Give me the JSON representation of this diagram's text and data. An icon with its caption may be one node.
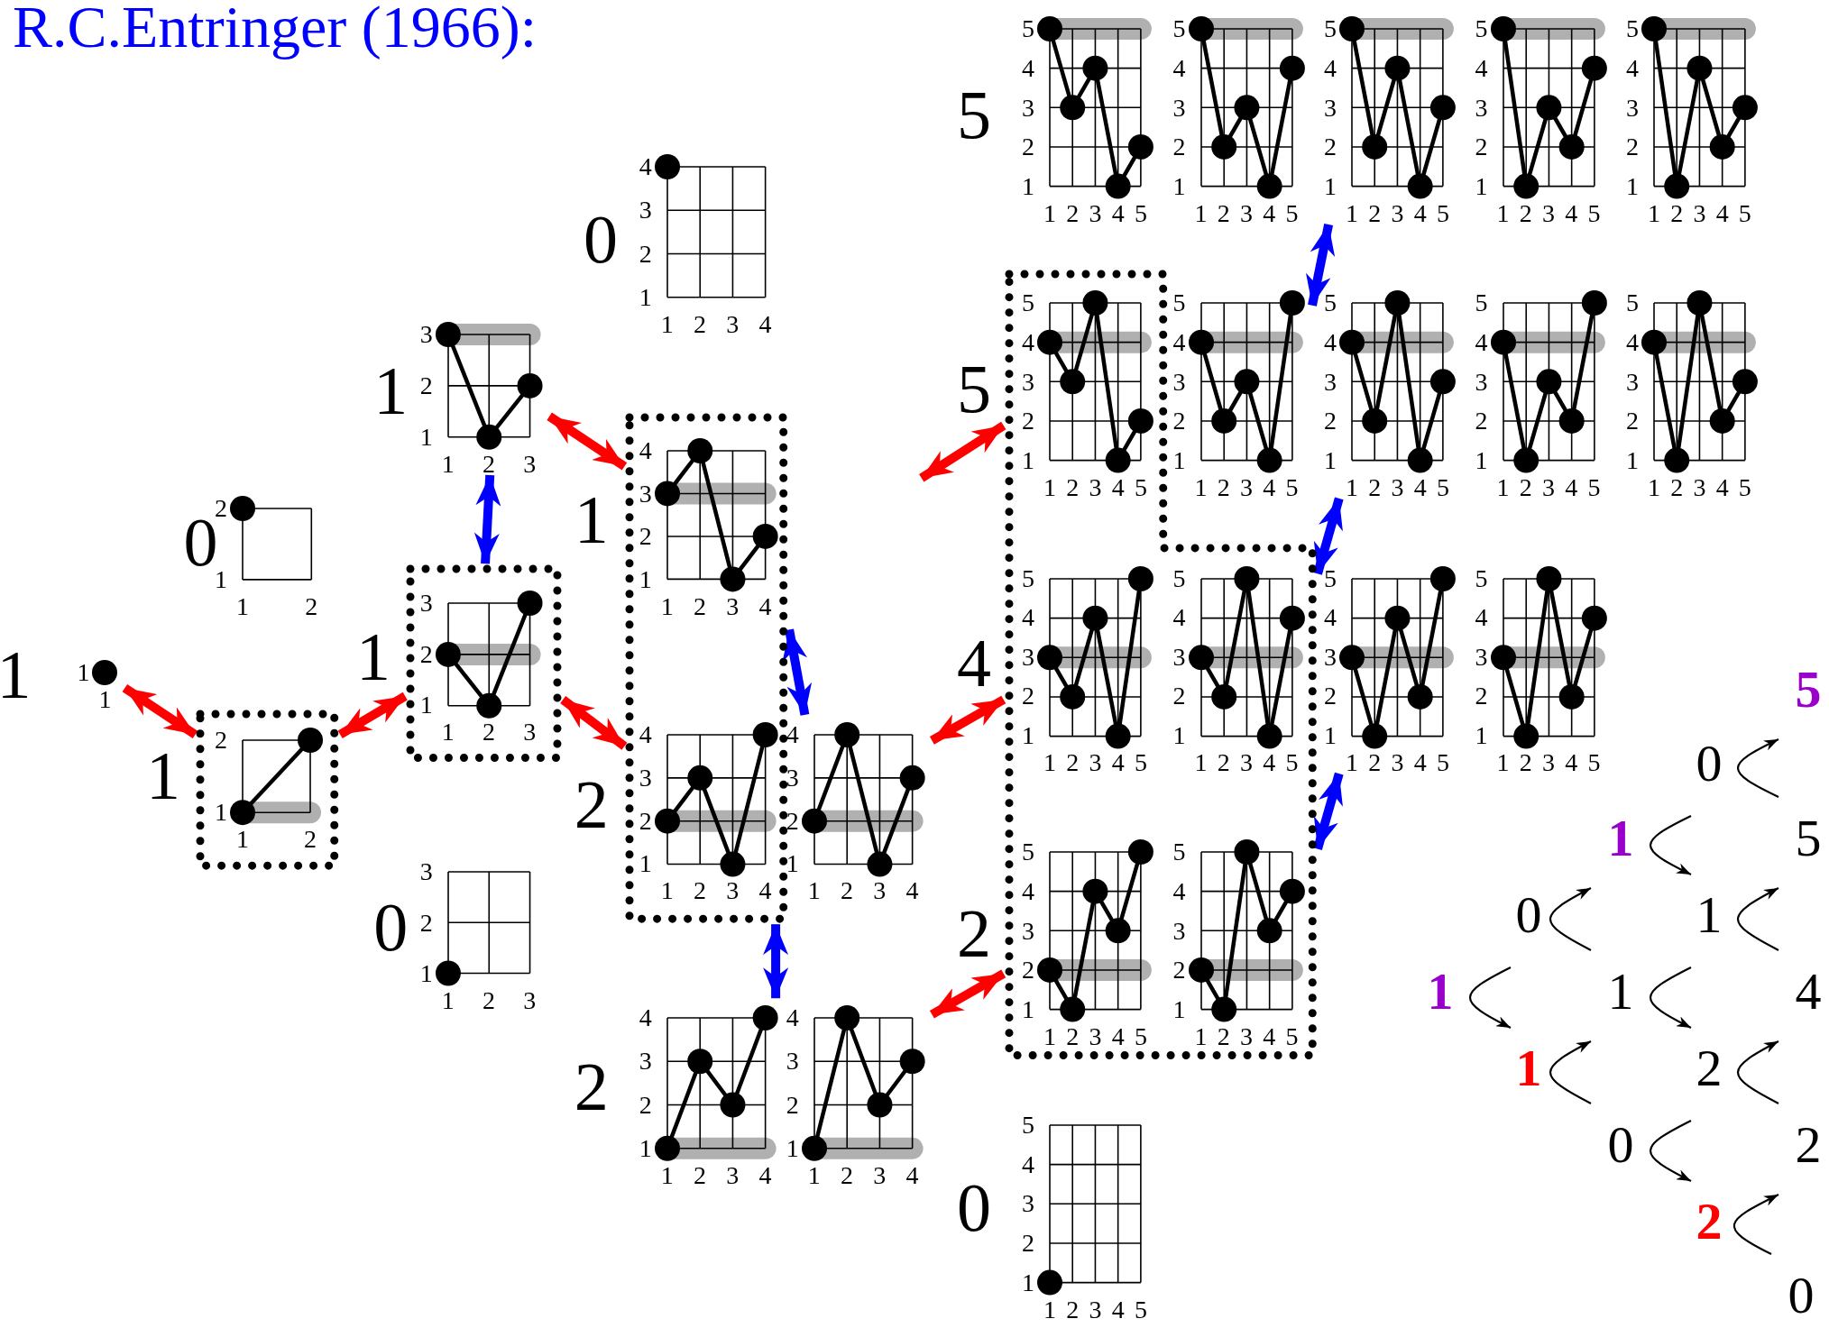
{
  "diagram": {
    "title": "R.C.Entringer (1966):",
    "nodes": [
      {
        "text": [
          "1",
          "1"
        ],
        "beside": [
          "1"
        ]
      },
      {
        "text": [
          "2",
          "1",
          "1",
          "2"
        ],
        "beside": [
          "0"
        ]
      },
      {
        "text": [],
        "shape": "box"
      },
      {
        "text": [
          "2",
          "1",
          "1",
          "2"
        ],
        "in": 2,
        "beside": [
          "1"
        ]
      },
      {
        "text": [
          "3",
          "2",
          "1",
          "1",
          "2",
          "3"
        ],
        "beside": [
          "1"
        ]
      },
      {
        "text": [],
        "shape": "box"
      },
      {
        "text": [
          "3",
          "2",
          "1",
          "1",
          "2",
          "3"
        ],
        "in": 5,
        "beside": [
          "1"
        ]
      },
      {
        "text": [
          "3",
          "2",
          "1",
          "1",
          "2",
          "3"
        ],
        "beside": [
          "0"
        ]
      },
      {
        "text": [
          "4",
          "3",
          "2",
          "1",
          "1",
          "2",
          "3",
          "4"
        ],
        "beside": [
          "0"
        ]
      },
      {
        "text": [],
        "shape": "box"
      },
      {
        "text": [
          "4",
          "3",
          "2",
          "1",
          "1",
          "2",
          "3",
          "4"
        ],
        "in": 9,
        "beside": [
          "1"
        ]
      },
      {
        "text": [
          "4",
          "3",
          "2",
          "1",
          "1",
          "2",
          "3",
          "4"
        ],
        "in": 9,
        "beside": [
          "2"
        ]
      },
      {
        "text": [
          "4",
          "3",
          "2",
          "1",
          "1",
          "2",
          "3",
          "4"
        ]
      },
      {
        "text": [
          "4",
          "3",
          "2",
          "1",
          "1",
          "2",
          "3",
          "4"
        ],
        "beside": [
          "2"
        ]
      },
      {
        "text": [
          "4",
          "3",
          "2",
          "1",
          "1",
          "2",
          "3",
          "4"
        ]
      },
      {
        "text": [
          "5",
          "4",
          "3",
          "2",
          "1",
          "1",
          "2",
          "3",
          "4",
          "5"
        ],
        "beside": [
          "5"
        ]
      },
      {
        "text": [
          "5",
          "4",
          "3",
          "2",
          "1",
          "1",
          "2",
          "3",
          "4",
          "5"
        ]
      },
      {
        "text": [
          "5",
          "4",
          "3",
          "2",
          "1",
          "1",
          "2",
          "3",
          "4",
          "5"
        ]
      },
      {
        "text": [
          "5",
          "4",
          "3",
          "2",
          "1",
          "1",
          "2",
          "3",
          "4",
          "5"
        ]
      },
      {
        "text": [
          "5",
          "4",
          "3",
          "2",
          "1",
          "1",
          "2",
          "3",
          "4",
          "5"
        ]
      },
      {
        "text": [],
        "shape": "box"
      },
      {
        "text": [
          "5",
          "4",
          "3",
          "2",
          "1",
          "1",
          "2",
          "3",
          "4",
          "5"
        ],
        "in": 20,
        "beside": [
          "5"
        ]
      },
      {
        "text": [
          "5",
          "4",
          "3",
          "2",
          "1",
          "1",
          "2",
          "3",
          "4",
          "5"
        ]
      },
      {
        "text": [
          "5",
          "4",
          "3",
          "2",
          "1",
          "1",
          "2",
          "3",
          "4",
          "5"
        ]
      },
      {
        "text": [
          "5",
          "4",
          "3",
          "2",
          "1",
          "1",
          "2",
          "3",
          "4",
          "5"
        ]
      },
      {
        "text": [
          "5",
          "4",
          "3",
          "2",
          "1",
          "1",
          "2",
          "3",
          "4",
          "5"
        ]
      },
      {
        "text": [
          "5",
          "4",
          "3",
          "2",
          "1",
          "1",
          "2",
          "3",
          "4",
          "5"
        ],
        "in": 20,
        "beside": [
          "4"
        ]
      },
      {
        "text": [
          "5",
          "4",
          "3",
          "2",
          "1",
          "1",
          "2",
          "3",
          "4",
          "5"
        ],
        "in": 20
      },
      {
        "text": [
          "5",
          "4",
          "3",
          "2",
          "1",
          "1",
          "2",
          "3",
          "4",
          "5"
        ]
      },
      {
        "text": [
          "5",
          "4",
          "3",
          "2",
          "1",
          "1",
          "2",
          "3",
          "4",
          "5"
        ]
      },
      {
        "text": [
          "5",
          "4",
          "3",
          "2",
          "1",
          "1",
          "2",
          "3",
          "4",
          "5"
        ],
        "in": 20,
        "beside": [
          "2"
        ]
      },
      {
        "text": [
          "5",
          "4",
          "3",
          "2",
          "1",
          "1",
          "2",
          "3",
          "4",
          "5"
        ],
        "in": 20
      },
      {
        "text": [
          "5",
          "4",
          "3",
          "2",
          "1",
          "1",
          "2",
          "3",
          "4",
          "5"
        ],
        "beside": [
          "0"
        ]
      },
      {
        "text": [
          "5"
        ]
      },
      {
        "text": [
          "0"
        ]
      },
      {
        "text": [
          "1"
        ]
      },
      {
        "text": [
          "5"
        ]
      },
      {
        "text": [
          "0"
        ]
      },
      {
        "text": [
          "1"
        ]
      },
      {
        "text": [
          "1"
        ]
      },
      {
        "text": [
          "1"
        ]
      },
      {
        "text": [
          "4"
        ]
      },
      {
        "text": [
          "1"
        ]
      },
      {
        "text": [
          "2"
        ]
      },
      {
        "text": [
          "0"
        ]
      },
      {
        "text": [
          "2"
        ]
      },
      {
        "text": [
          "2"
        ]
      },
      {
        "text": [
          "0"
        ]
      }
    ],
    "edges": [
      {
        "from": 0,
        "to": 2,
        "arrow": "both",
        "color": "#ff0000"
      },
      {
        "from": 2,
        "to": 5,
        "arrow": "both",
        "color": "#ff0000"
      },
      {
        "from": 4,
        "to": 9,
        "arrow": "both",
        "color": "#ff0000"
      },
      {
        "from": 5,
        "to": 9,
        "arrow": "both",
        "color": "#ff0000"
      },
      {
        "from": null,
        "to": 20,
        "arrow": "both",
        "color": "#ff0000"
      },
      {
        "from": 12,
        "to": 20,
        "arrow": "both",
        "color": "#ff0000"
      },
      {
        "from": 14,
        "to": 20,
        "arrow": "both",
        "color": "#ff0000"
      },
      {
        "from": 4,
        "to": 5,
        "arrow": "both",
        "color": "#0000ff"
      },
      {
        "from": 9,
        "to": 12,
        "arrow": "both",
        "color": "#0000ff"
      },
      {
        "from": 9,
        "to": 14,
        "arrow": "both",
        "color": "#0000ff"
      },
      {
        "from": 17,
        "to": 23,
        "arrow": "both",
        "color": "#0000ff"
      },
      {
        "from": 20,
        "to": 23,
        "arrow": "both",
        "color": "#0000ff"
      },
      {
        "from": 20,
        "to": 28,
        "arrow": "both",
        "color": "#0000ff"
      },
      {
        "from": 36,
        "to": 33,
        "arrow": "to"
      },
      {
        "from": 34,
        "to": 38,
        "arrow": "to"
      },
      {
        "from": 40,
        "to": 35,
        "arrow": "to"
      },
      {
        "from": 41,
        "to": 36,
        "arrow": "to"
      },
      {
        "from": 37,
        "to": 42,
        "arrow": "to"
      },
      {
        "from": 38,
        "to": 43,
        "arrow": "to"
      },
      {
        "from": 44,
        "to": 40,
        "arrow": "to"
      },
      {
        "from": 45,
        "to": 41,
        "arrow": "to"
      },
      {
        "from": 43,
        "to": 46,
        "arrow": "to"
      },
      {
        "from": 47,
        "to": 45,
        "arrow": "to"
      }
    ]
  }
}
